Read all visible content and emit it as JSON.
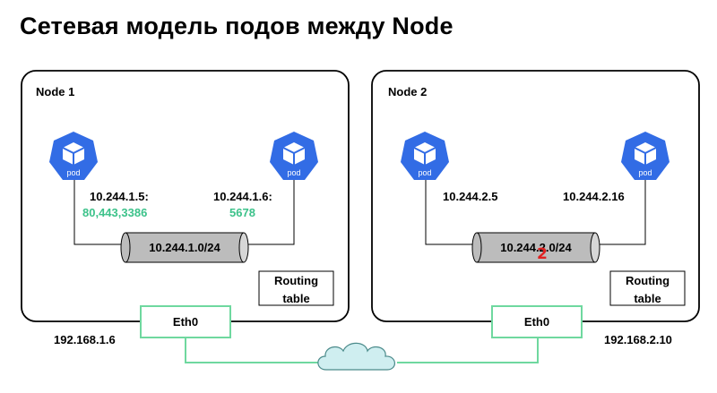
{
  "title": "Сетевая модель подов между Node",
  "node1": {
    "label": "Node 1",
    "pod_a_ip": "10.244.1.5:",
    "pod_a_ports": "80,443,3386",
    "pod_b_ip": "10.244.1.6:",
    "pod_b_port": "5678",
    "bridge": "10.244.1.0/24",
    "routing_table_line1": "Routing",
    "routing_table_line2": "table",
    "eth": "Eth0",
    "host_ip": "192.168.1.6"
  },
  "node2": {
    "label": "Node 2",
    "pod_a_ip": "10.244.2.5",
    "pod_b_ip": "10.244.2.16",
    "bridge": "10.244.2.0/24",
    "marker": "2",
    "routing_table_line1": "Routing",
    "routing_table_line2": "table",
    "eth": "Eth0",
    "host_ip": "192.168.2.10"
  },
  "pod_label": "pod",
  "colors": {
    "pod_fill": "#326ce5",
    "connector": "#6fd89f",
    "bridge_fill": "#bcbcbc",
    "cloud_fill": "#cfeef0",
    "marker": "#e02020"
  },
  "icons": {
    "pod": "kubernetes-pod-icon",
    "cloud": "cloud-icon"
  }
}
